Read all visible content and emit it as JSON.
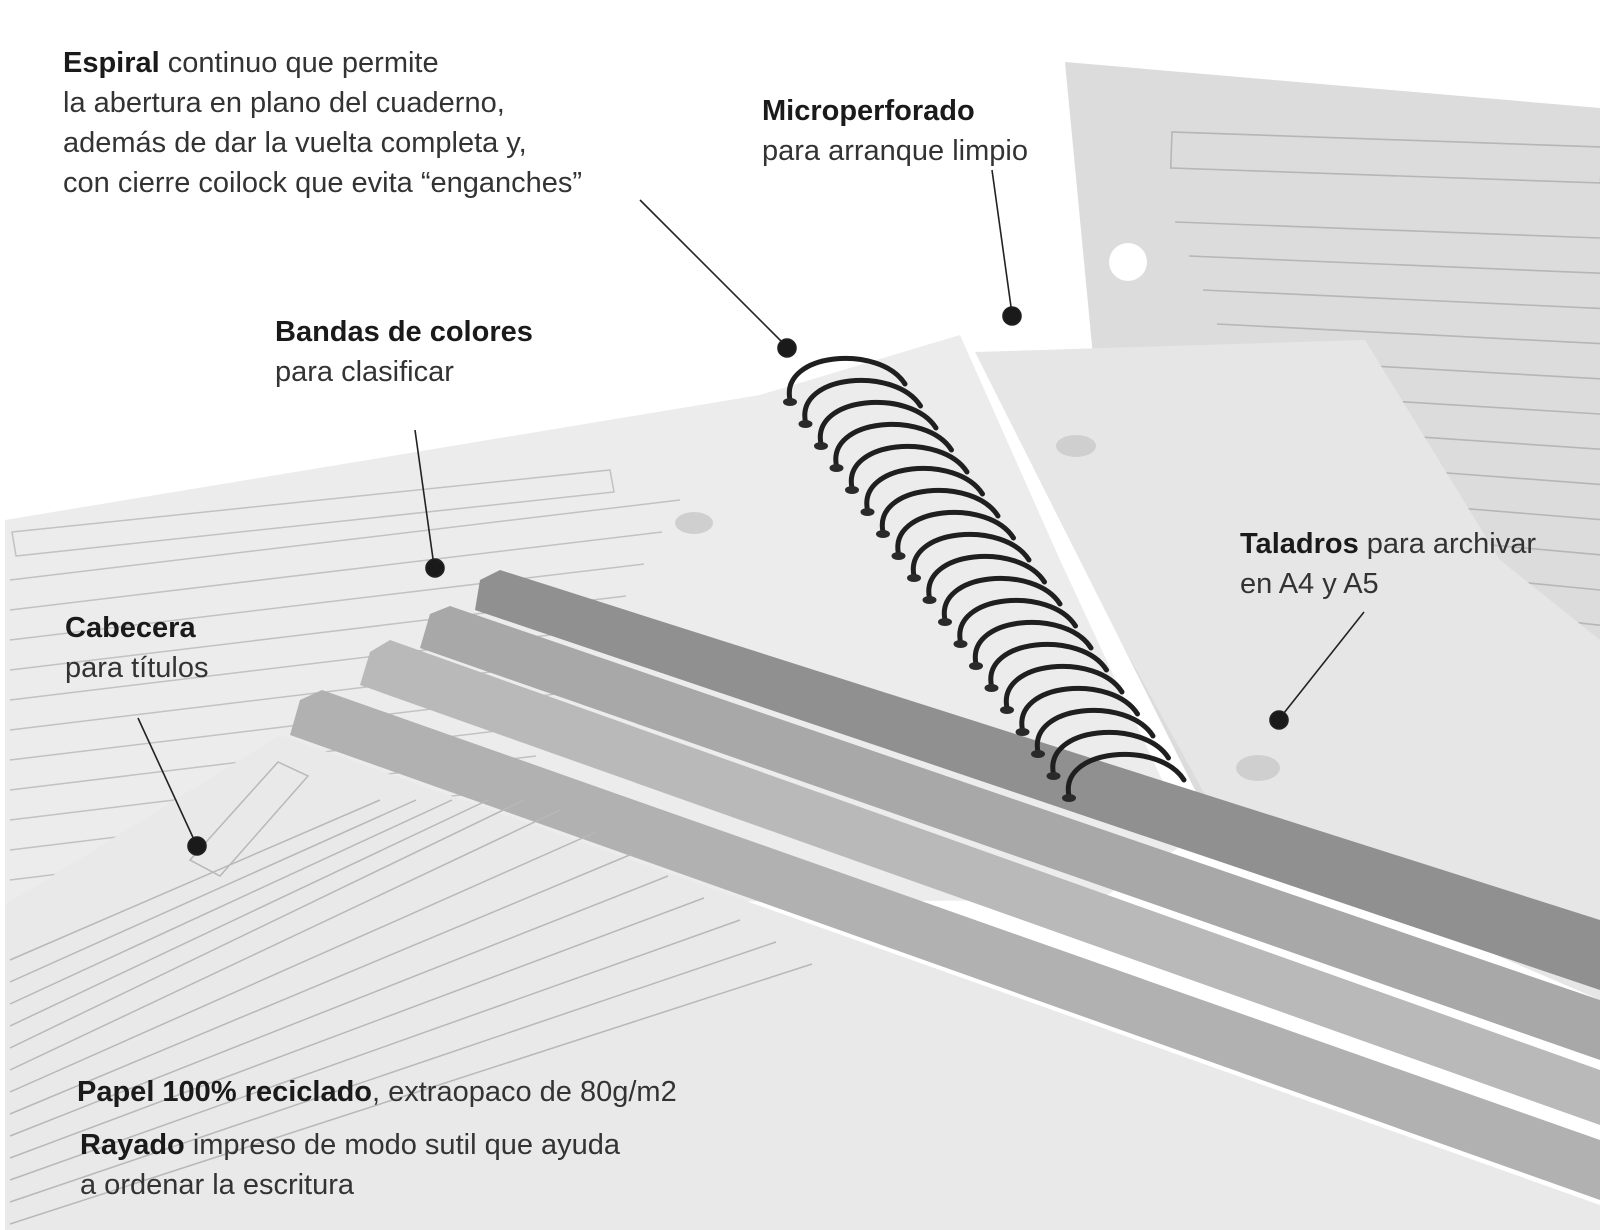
{
  "callouts": {
    "espiral": {
      "title": "Espiral",
      "rest": " continuo que permite",
      "lines": [
        "la abertura en plano del cuaderno,",
        "además de dar la vuelta completa y,",
        "con cierre coilock que evita “enganches”"
      ]
    },
    "microperforado": {
      "title": "Microperforado",
      "lines": [
        "para arranque limpio"
      ]
    },
    "bandas": {
      "title": "Bandas de colores",
      "lines": [
        "para clasificar"
      ]
    },
    "cabecera": {
      "title": "Cabecera",
      "lines": [
        "para títulos"
      ]
    },
    "taladros": {
      "title": "Taladros",
      "rest": " para archivar",
      "lines": [
        "en A4 y A5"
      ]
    },
    "papel": {
      "title": "Papel 100% reciclado",
      "rest": ", extraopaco de 80g/m2"
    },
    "rayado": {
      "title": "Rayado",
      "rest": " impreso de modo sutil que ayuda",
      "lines": [
        "a ordenar la escritura"
      ]
    }
  },
  "colors": {
    "background": "#ffffff",
    "paper_light": "#ececec",
    "paper_mid": "#dddddd",
    "paper_dark": "#c9c9c9",
    "band_dark": "#8f8f8f",
    "band_mid": "#a9a9a9",
    "band_light": "#bdbdbd",
    "rule_line": "#b4b4b4",
    "spiral": "#1f1f1f",
    "leader": "#222222",
    "text": "#333333"
  }
}
